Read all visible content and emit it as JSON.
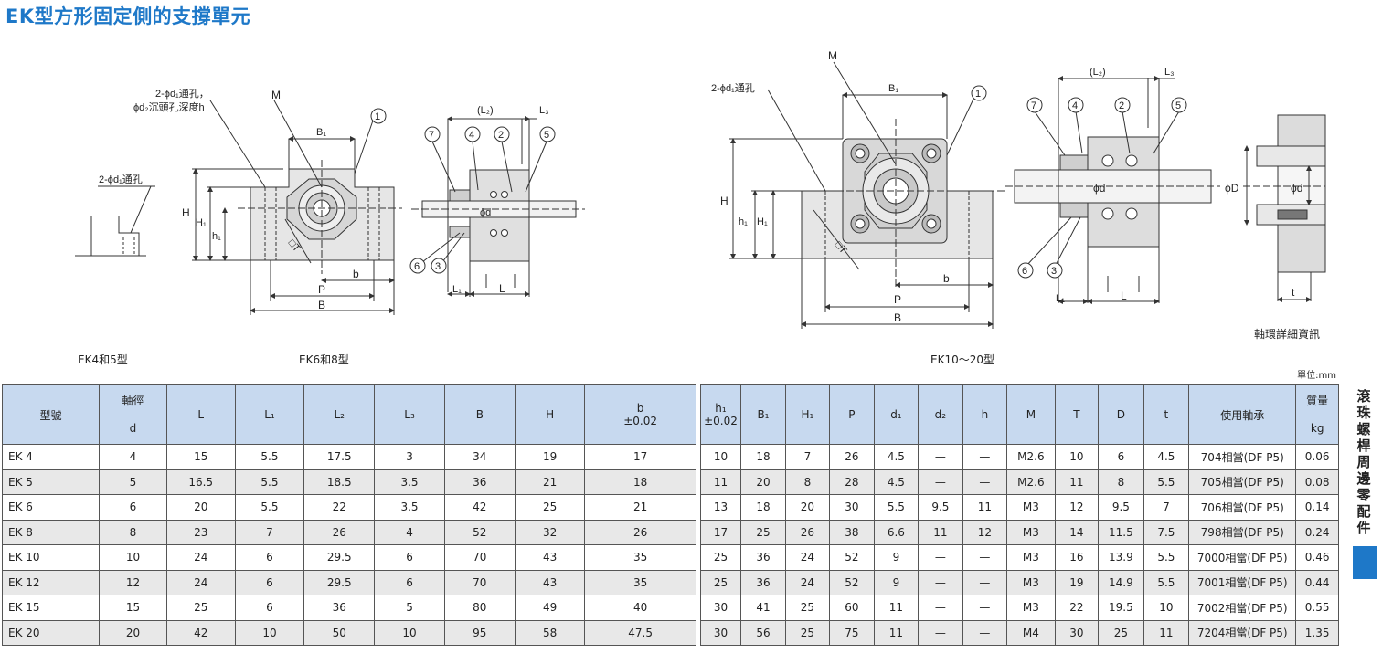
{
  "title": "EK型方形固定側的支撐單元",
  "captions": {
    "ek45": "EK4和5型",
    "ek68": "EK6和8型",
    "ek1020": "EK10～20型",
    "collar": "軸環詳細資訊"
  },
  "drawing_labels": {
    "hole_note_1": "2-ϕd₁通孔，",
    "hole_note_2": "ϕd₂沉頭孔深度h",
    "hole_side": "2-ϕd₁通孔",
    "hole_big": "2-ϕd₁通孔",
    "M": "M",
    "B1": "B₁",
    "H": "H",
    "H1": "H₁",
    "h1": "h₁",
    "b": "b",
    "P": "P",
    "B": "B",
    "T": "□T",
    "L2": "(L₂)",
    "L3": "L₃",
    "L1": "L₁",
    "L": "L",
    "phid": "ϕd",
    "phiD": "ϕD",
    "t": "t",
    "n1": "1",
    "n2": "2",
    "n3": "3",
    "n4": "4",
    "n5": "5",
    "n6": "6",
    "n7": "7"
  },
  "unit": "單位:mm",
  "side_tab": "滾珠螺桿周邊零配件",
  "table": {
    "headers": {
      "model": "型號",
      "shaft": "軸徑",
      "d": "d",
      "L": "L",
      "L1": "L₁",
      "L2": "L₂",
      "L3": "L₃",
      "B": "B",
      "H": "H",
      "b": "b",
      "b_tol": "±0.02",
      "h1": "h₁",
      "h1_tol": "±0.02",
      "B1": "B₁",
      "H1": "H₁",
      "P": "P",
      "d1": "d₁",
      "d2": "d₂",
      "h": "h",
      "M": "M",
      "T": "T",
      "D": "D",
      "t": "t",
      "bearing": "使用軸承",
      "mass": "質量",
      "kg": "kg"
    },
    "rows": [
      {
        "model": "EK 4",
        "d": "4",
        "L": "15",
        "L1": "5.5",
        "L2": "17.5",
        "L3": "3",
        "B": "34",
        "H": "19",
        "b": "17",
        "h1": "10",
        "B1": "18",
        "H1": "7",
        "P": "26",
        "d1": "4.5",
        "d2": "—",
        "h": "—",
        "M": "M2.6",
        "T": "10",
        "D": "6",
        "t": "4.5",
        "bearing": "704相當(DF P5)",
        "mass": "0.06"
      },
      {
        "model": "EK 5",
        "d": "5",
        "L": "16.5",
        "L1": "5.5",
        "L2": "18.5",
        "L3": "3.5",
        "B": "36",
        "H": "21",
        "b": "18",
        "h1": "11",
        "B1": "20",
        "H1": "8",
        "P": "28",
        "d1": "4.5",
        "d2": "—",
        "h": "—",
        "M": "M2.6",
        "T": "11",
        "D": "8",
        "t": "5.5",
        "bearing": "705相當(DF P5)",
        "mass": "0.08"
      },
      {
        "model": "EK 6",
        "d": "6",
        "L": "20",
        "L1": "5.5",
        "L2": "22",
        "L3": "3.5",
        "B": "42",
        "H": "25",
        "b": "21",
        "h1": "13",
        "B1": "18",
        "H1": "20",
        "P": "30",
        "d1": "5.5",
        "d2": "9.5",
        "h": "11",
        "M": "M3",
        "T": "12",
        "D": "9.5",
        "t": "7",
        "bearing": "706相當(DF P5)",
        "mass": "0.14"
      },
      {
        "model": "EK 8",
        "d": "8",
        "L": "23",
        "L1": "7",
        "L2": "26",
        "L3": "4",
        "B": "52",
        "H": "32",
        "b": "26",
        "h1": "17",
        "B1": "25",
        "H1": "26",
        "P": "38",
        "d1": "6.6",
        "d2": "11",
        "h": "12",
        "M": "M3",
        "T": "14",
        "D": "11.5",
        "t": "7.5",
        "bearing": "798相當(DF P5)",
        "mass": "0.24"
      },
      {
        "model": "EK 10",
        "d": "10",
        "L": "24",
        "L1": "6",
        "L2": "29.5",
        "L3": "6",
        "B": "70",
        "H": "43",
        "b": "35",
        "h1": "25",
        "B1": "36",
        "H1": "24",
        "P": "52",
        "d1": "9",
        "d2": "—",
        "h": "—",
        "M": "M3",
        "T": "16",
        "D": "13.9",
        "t": "5.5",
        "bearing": "7000相當(DF P5)",
        "mass": "0.46"
      },
      {
        "model": "EK 12",
        "d": "12",
        "L": "24",
        "L1": "6",
        "L2": "29.5",
        "L3": "6",
        "B": "70",
        "H": "43",
        "b": "35",
        "h1": "25",
        "B1": "36",
        "H1": "24",
        "P": "52",
        "d1": "9",
        "d2": "—",
        "h": "—",
        "M": "M3",
        "T": "19",
        "D": "14.9",
        "t": "5.5",
        "bearing": "7001相當(DF P5)",
        "mass": "0.44"
      },
      {
        "model": "EK 15",
        "d": "15",
        "L": "25",
        "L1": "6",
        "L2": "36",
        "L3": "5",
        "B": "80",
        "H": "49",
        "b": "40",
        "h1": "30",
        "B1": "41",
        "H1": "25",
        "P": "60",
        "d1": "11",
        "d2": "—",
        "h": "—",
        "M": "M3",
        "T": "22",
        "D": "19.5",
        "t": "10",
        "bearing": "7002相當(DF P5)",
        "mass": "0.55"
      },
      {
        "model": "EK 20",
        "d": "20",
        "L": "42",
        "L1": "10",
        "L2": "50",
        "L3": "10",
        "B": "95",
        "H": "58",
        "b": "47.5",
        "h1": "30",
        "B1": "56",
        "H1": "25",
        "P": "75",
        "d1": "11",
        "d2": "—",
        "h": "—",
        "M": "M4",
        "T": "30",
        "D": "25",
        "t": "11",
        "bearing": "7204相當(DF P5)",
        "mass": "1.35"
      }
    ]
  }
}
